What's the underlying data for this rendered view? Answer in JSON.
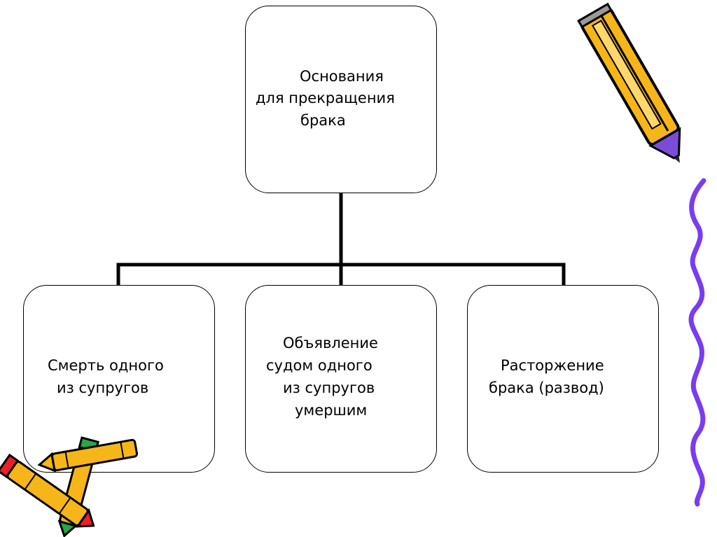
{
  "diagram": {
    "root": {
      "lines": [
        "Основания",
        "для прекращения",
        "брака"
      ]
    },
    "children": [
      {
        "lines": [
          "Смерть одного",
          "из супругов"
        ]
      },
      {
        "lines": [
          "Объявление",
          "судом одного",
          "из супругов",
          "умершим"
        ]
      },
      {
        "lines": [
          "Расторжение",
          "брака (развод)"
        ]
      }
    ],
    "edge_color": "#000000"
  },
  "decorations": {
    "icons": [
      "pencil-icon",
      "crayon-icon",
      "crayon-icon",
      "wavy-line"
    ],
    "colors": {
      "pencil_body": "#f6b61a",
      "pencil_tip": "#7b4cd8",
      "crayon_red_cap": "#e8202a",
      "crayon_green_cap": "#27a845",
      "wavy_line": "#7a3cf0"
    }
  }
}
